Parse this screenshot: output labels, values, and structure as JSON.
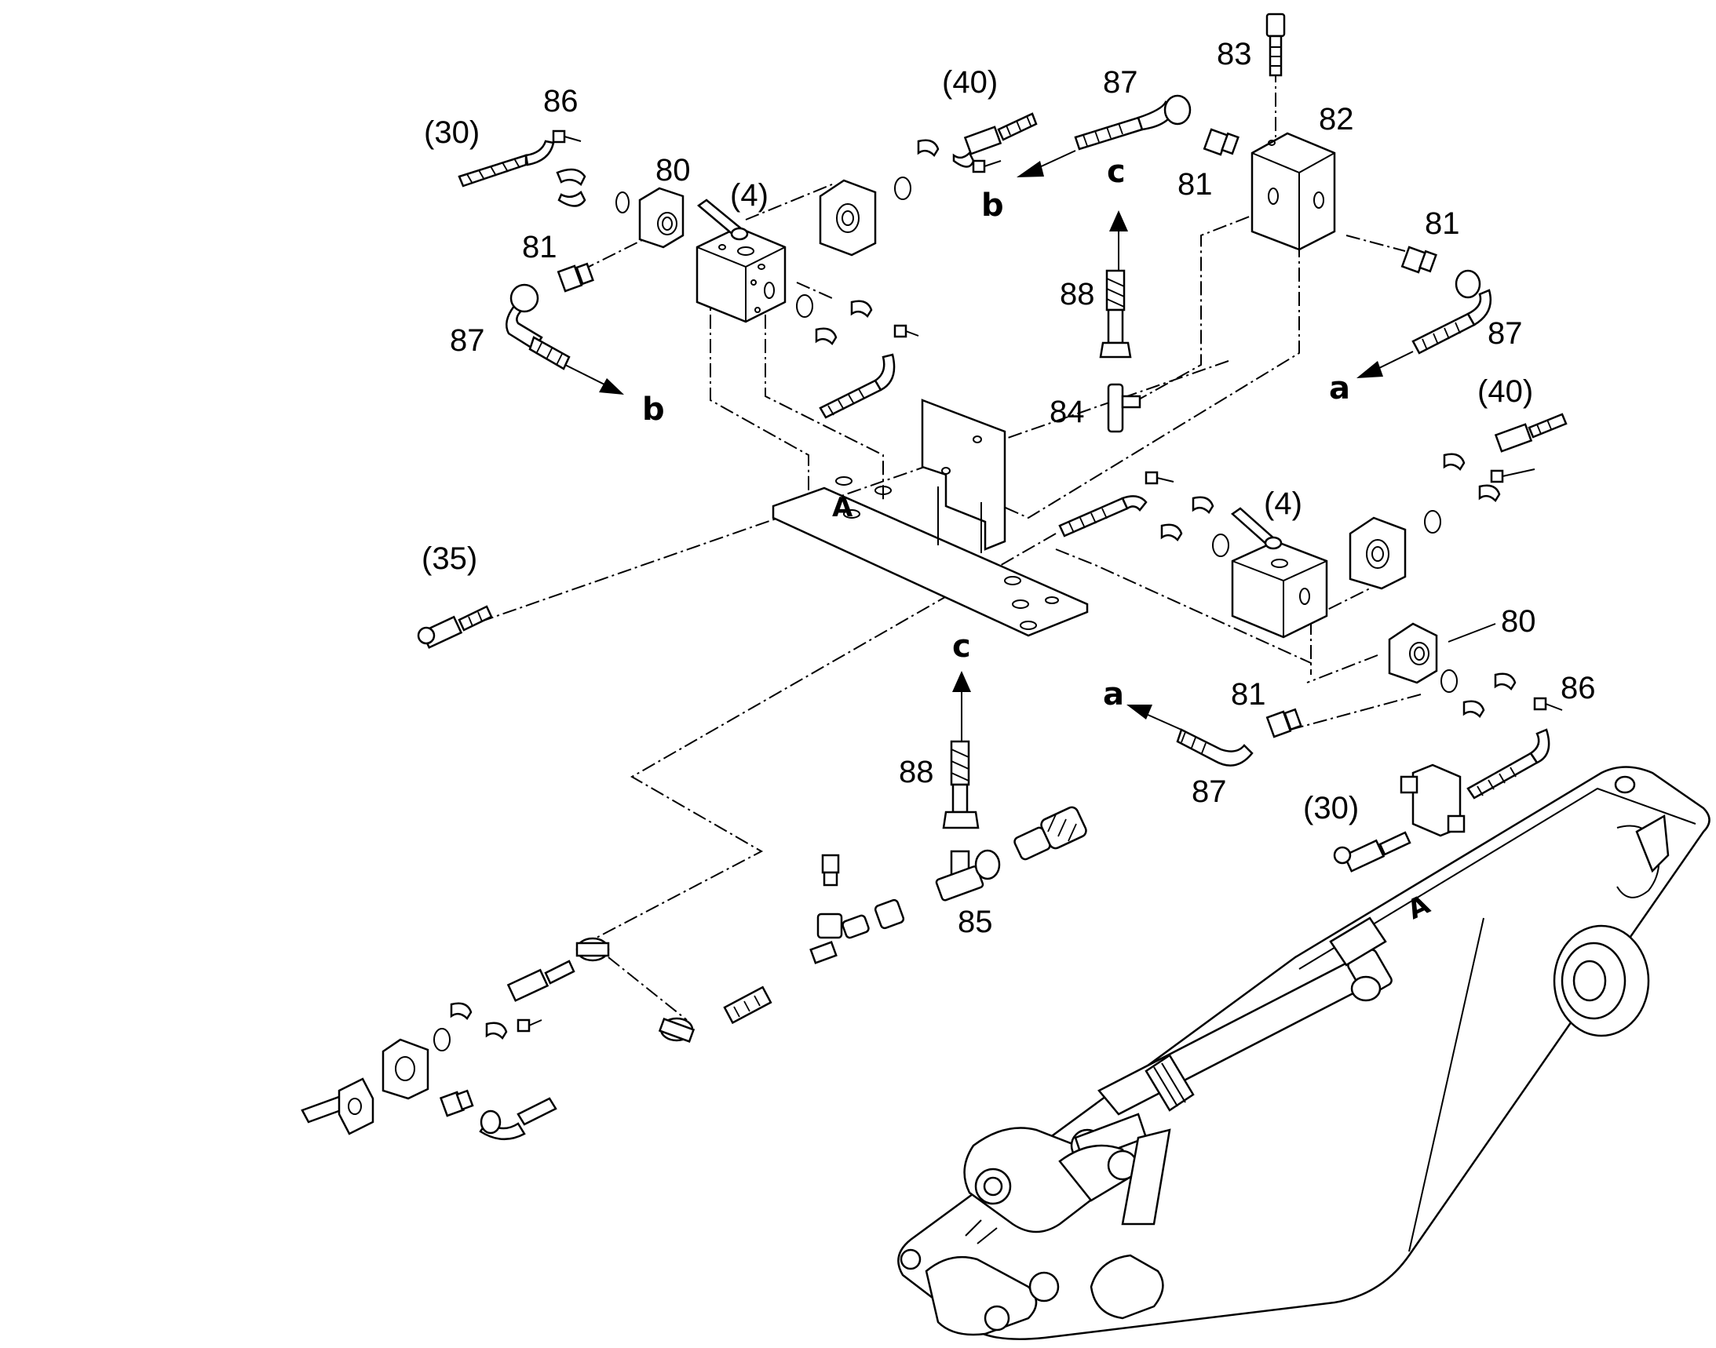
{
  "callouts": {
    "c83": "83",
    "c86_top": "86",
    "c40_top": "(40)",
    "c87_top": "87",
    "c82": "82",
    "c30_top": "(30)",
    "c80_top": "80",
    "c4_top": "(4)",
    "c81_top_right": "81",
    "c81_top_left": "81",
    "c81_right": "81",
    "c87_left": "87",
    "c88_top": "88",
    "c87_right": "87",
    "c84": "84",
    "c40_mid": "(40)",
    "c4_mid": "(4)",
    "c35": "(35)",
    "c80_mid": "80",
    "c81_mid": "81",
    "c86_mid": "86",
    "c87_mid": "87",
    "c88_bottom": "88",
    "c30_bottom": "(30)",
    "c85": "85"
  },
  "flow_markers": {
    "b_top": "b",
    "c_top": "c",
    "b_left": "b",
    "a_right": "a",
    "c_bottom": "c",
    "a_mid": "a"
  },
  "plate_marks": {
    "plate_A": "A",
    "boom_A": "A"
  },
  "colors": {
    "line": "#000000",
    "background": "#ffffff"
  }
}
